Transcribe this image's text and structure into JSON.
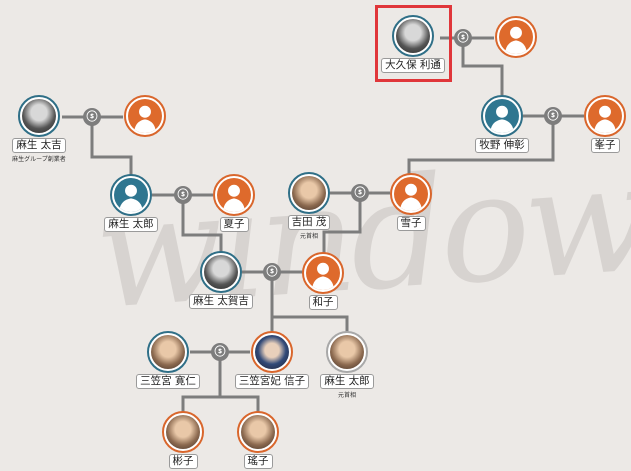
{
  "watermark": "window",
  "colors": {
    "background": "#ece9e6",
    "male_ring": "#2f6f87",
    "female_ring": "#d9662c",
    "line": "#7d7d7d",
    "highlight": "#e0363a"
  },
  "people": {
    "okubo_toshimichi": {
      "name": "大久保 利通",
      "icon": "photo-bw",
      "highlighted": true
    },
    "okubo_wife": {
      "name": "",
      "icon": "female-silhouette-icon"
    },
    "aso_takichi": {
      "name": "麻生 太吉",
      "sub": "麻生グループ創業者",
      "icon": "photo-bw"
    },
    "aso_takichi_wife": {
      "name": "",
      "icon": "female-silhouette-icon"
    },
    "makino_nobuaki": {
      "name": "牧野 伸彰",
      "icon": "male-silhouette-icon"
    },
    "mineko": {
      "name": "峯子",
      "icon": "female-silhouette-icon"
    },
    "aso_taro_elder": {
      "name": "麻生 太郎",
      "icon": "male-silhouette-icon"
    },
    "natsuko": {
      "name": "夏子",
      "icon": "female-silhouette-icon"
    },
    "yoshida_shigeru": {
      "name": "吉田 茂",
      "sub": "元首相",
      "icon": "photo-color"
    },
    "yukiko": {
      "name": "雪子",
      "icon": "female-silhouette-icon"
    },
    "aso_takakichi": {
      "name": "麻生 太賀吉",
      "icon": "photo-bw"
    },
    "kazuko": {
      "name": "和子",
      "icon": "female-silhouette-icon"
    },
    "mikasanomiya_tomohito": {
      "name": "三笠宮 寛仁",
      "icon": "photo-color"
    },
    "mikasanomiya_nobuko": {
      "name": "三笠宮妃 信子",
      "icon": "photo-dark"
    },
    "aso_taro": {
      "name": "麻生 太郎",
      "sub": "元首相",
      "icon": "photo-color"
    },
    "akiko": {
      "name": "彬子",
      "icon": "photo-color"
    },
    "yoko": {
      "name": "瑤子",
      "icon": "photo-color"
    }
  },
  "marriage_symbol": "ⓢ"
}
